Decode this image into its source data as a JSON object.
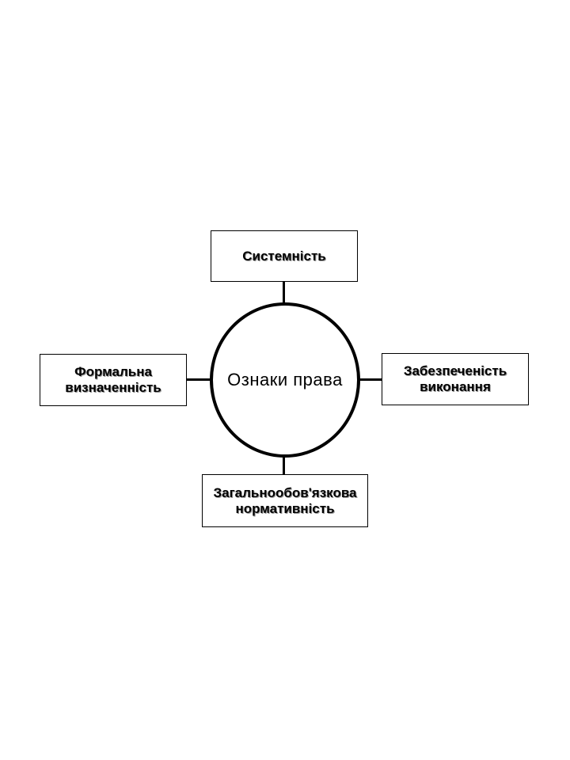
{
  "diagram": {
    "center": {
      "label": "Ознаки права"
    },
    "top": {
      "label": "Системність"
    },
    "left": {
      "line1": "Формальна",
      "line2": "визначенність"
    },
    "right": {
      "line1": "Забезпеченість",
      "line2": "виконання"
    },
    "bottom": {
      "line1": "Загальнообов'язкова",
      "line2": "нормативність"
    }
  }
}
